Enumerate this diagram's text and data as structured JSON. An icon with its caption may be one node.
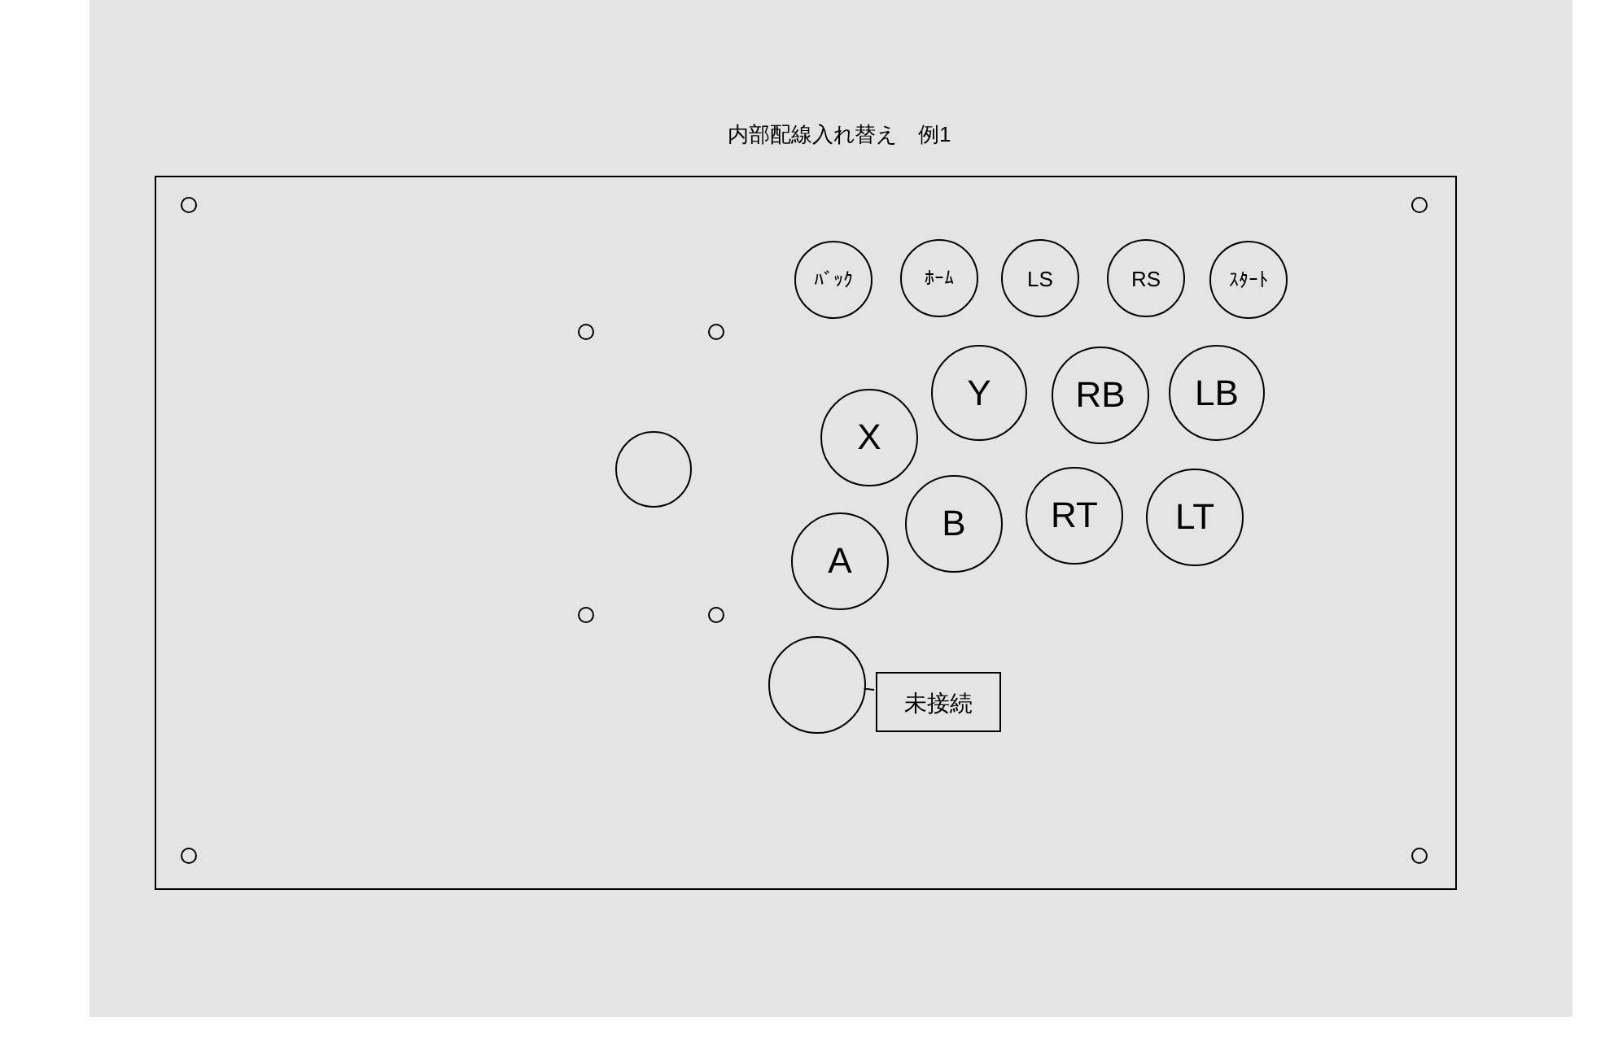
{
  "diagram": {
    "title": "内部配線入れ替え　例1",
    "nodes": [
      {
        "text": [],
        "shape": "box"
      },
      {
        "text": [],
        "shape": "circle",
        "in": 0
      },
      {
        "text": [
          "ﾊﾞｯｸ"
        ],
        "in": 0
      },
      {
        "text": [
          "ﾎｰﾑ"
        ],
        "in": 0
      },
      {
        "text": [
          "LS"
        ],
        "in": 0
      },
      {
        "text": [
          "RS"
        ],
        "in": 0
      },
      {
        "text": [
          "ｽﾀｰﾄ"
        ],
        "in": 0
      },
      {
        "text": [
          "X"
        ],
        "in": 0
      },
      {
        "text": [
          "Y"
        ],
        "in": 0
      },
      {
        "text": [
          "RB"
        ],
        "in": 0
      },
      {
        "text": [
          "LB"
        ],
        "in": 0
      },
      {
        "text": [
          "A"
        ],
        "in": 0
      },
      {
        "text": [
          "B"
        ],
        "in": 0
      },
      {
        "text": [
          "RT"
        ],
        "in": 0
      },
      {
        "text": [
          "LT"
        ],
        "in": 0
      },
      {
        "text": [],
        "shape": "circle",
        "in": 0
      },
      {
        "text": [
          "未接続"
        ],
        "in": 0
      }
    ],
    "edges": [
      {
        "from": 16,
        "to": 15,
        "arrow": "none"
      }
    ]
  }
}
